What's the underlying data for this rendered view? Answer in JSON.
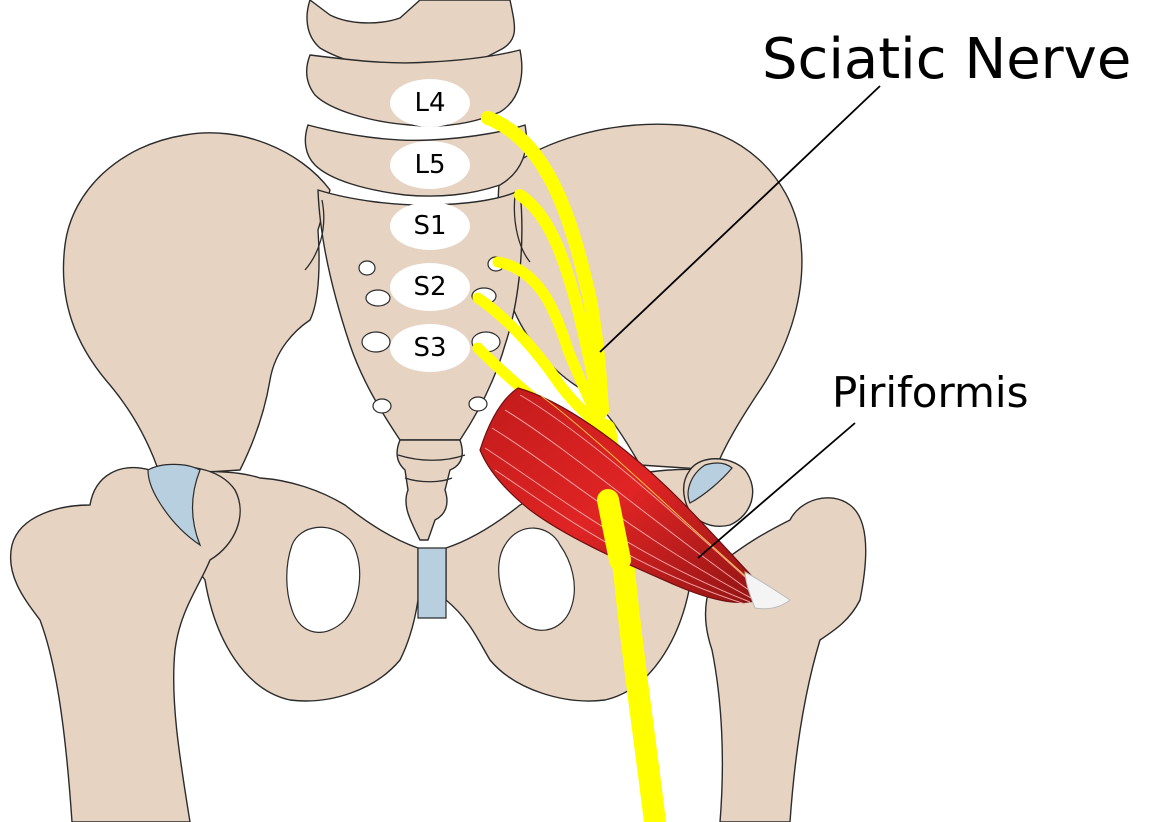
{
  "labels": {
    "sciatic_nerve": "Sciatic Nerve",
    "piriformis": "Piriformis"
  },
  "vertebrae": [
    "L4",
    "L5",
    "S1",
    "S2",
    "S3"
  ],
  "colors": {
    "bone": "#e6d3c2",
    "cartilage": "#b8cfe0",
    "nerve": "#ffff00",
    "muscle_dark": "#a31a1a",
    "muscle_light": "#e02020"
  }
}
